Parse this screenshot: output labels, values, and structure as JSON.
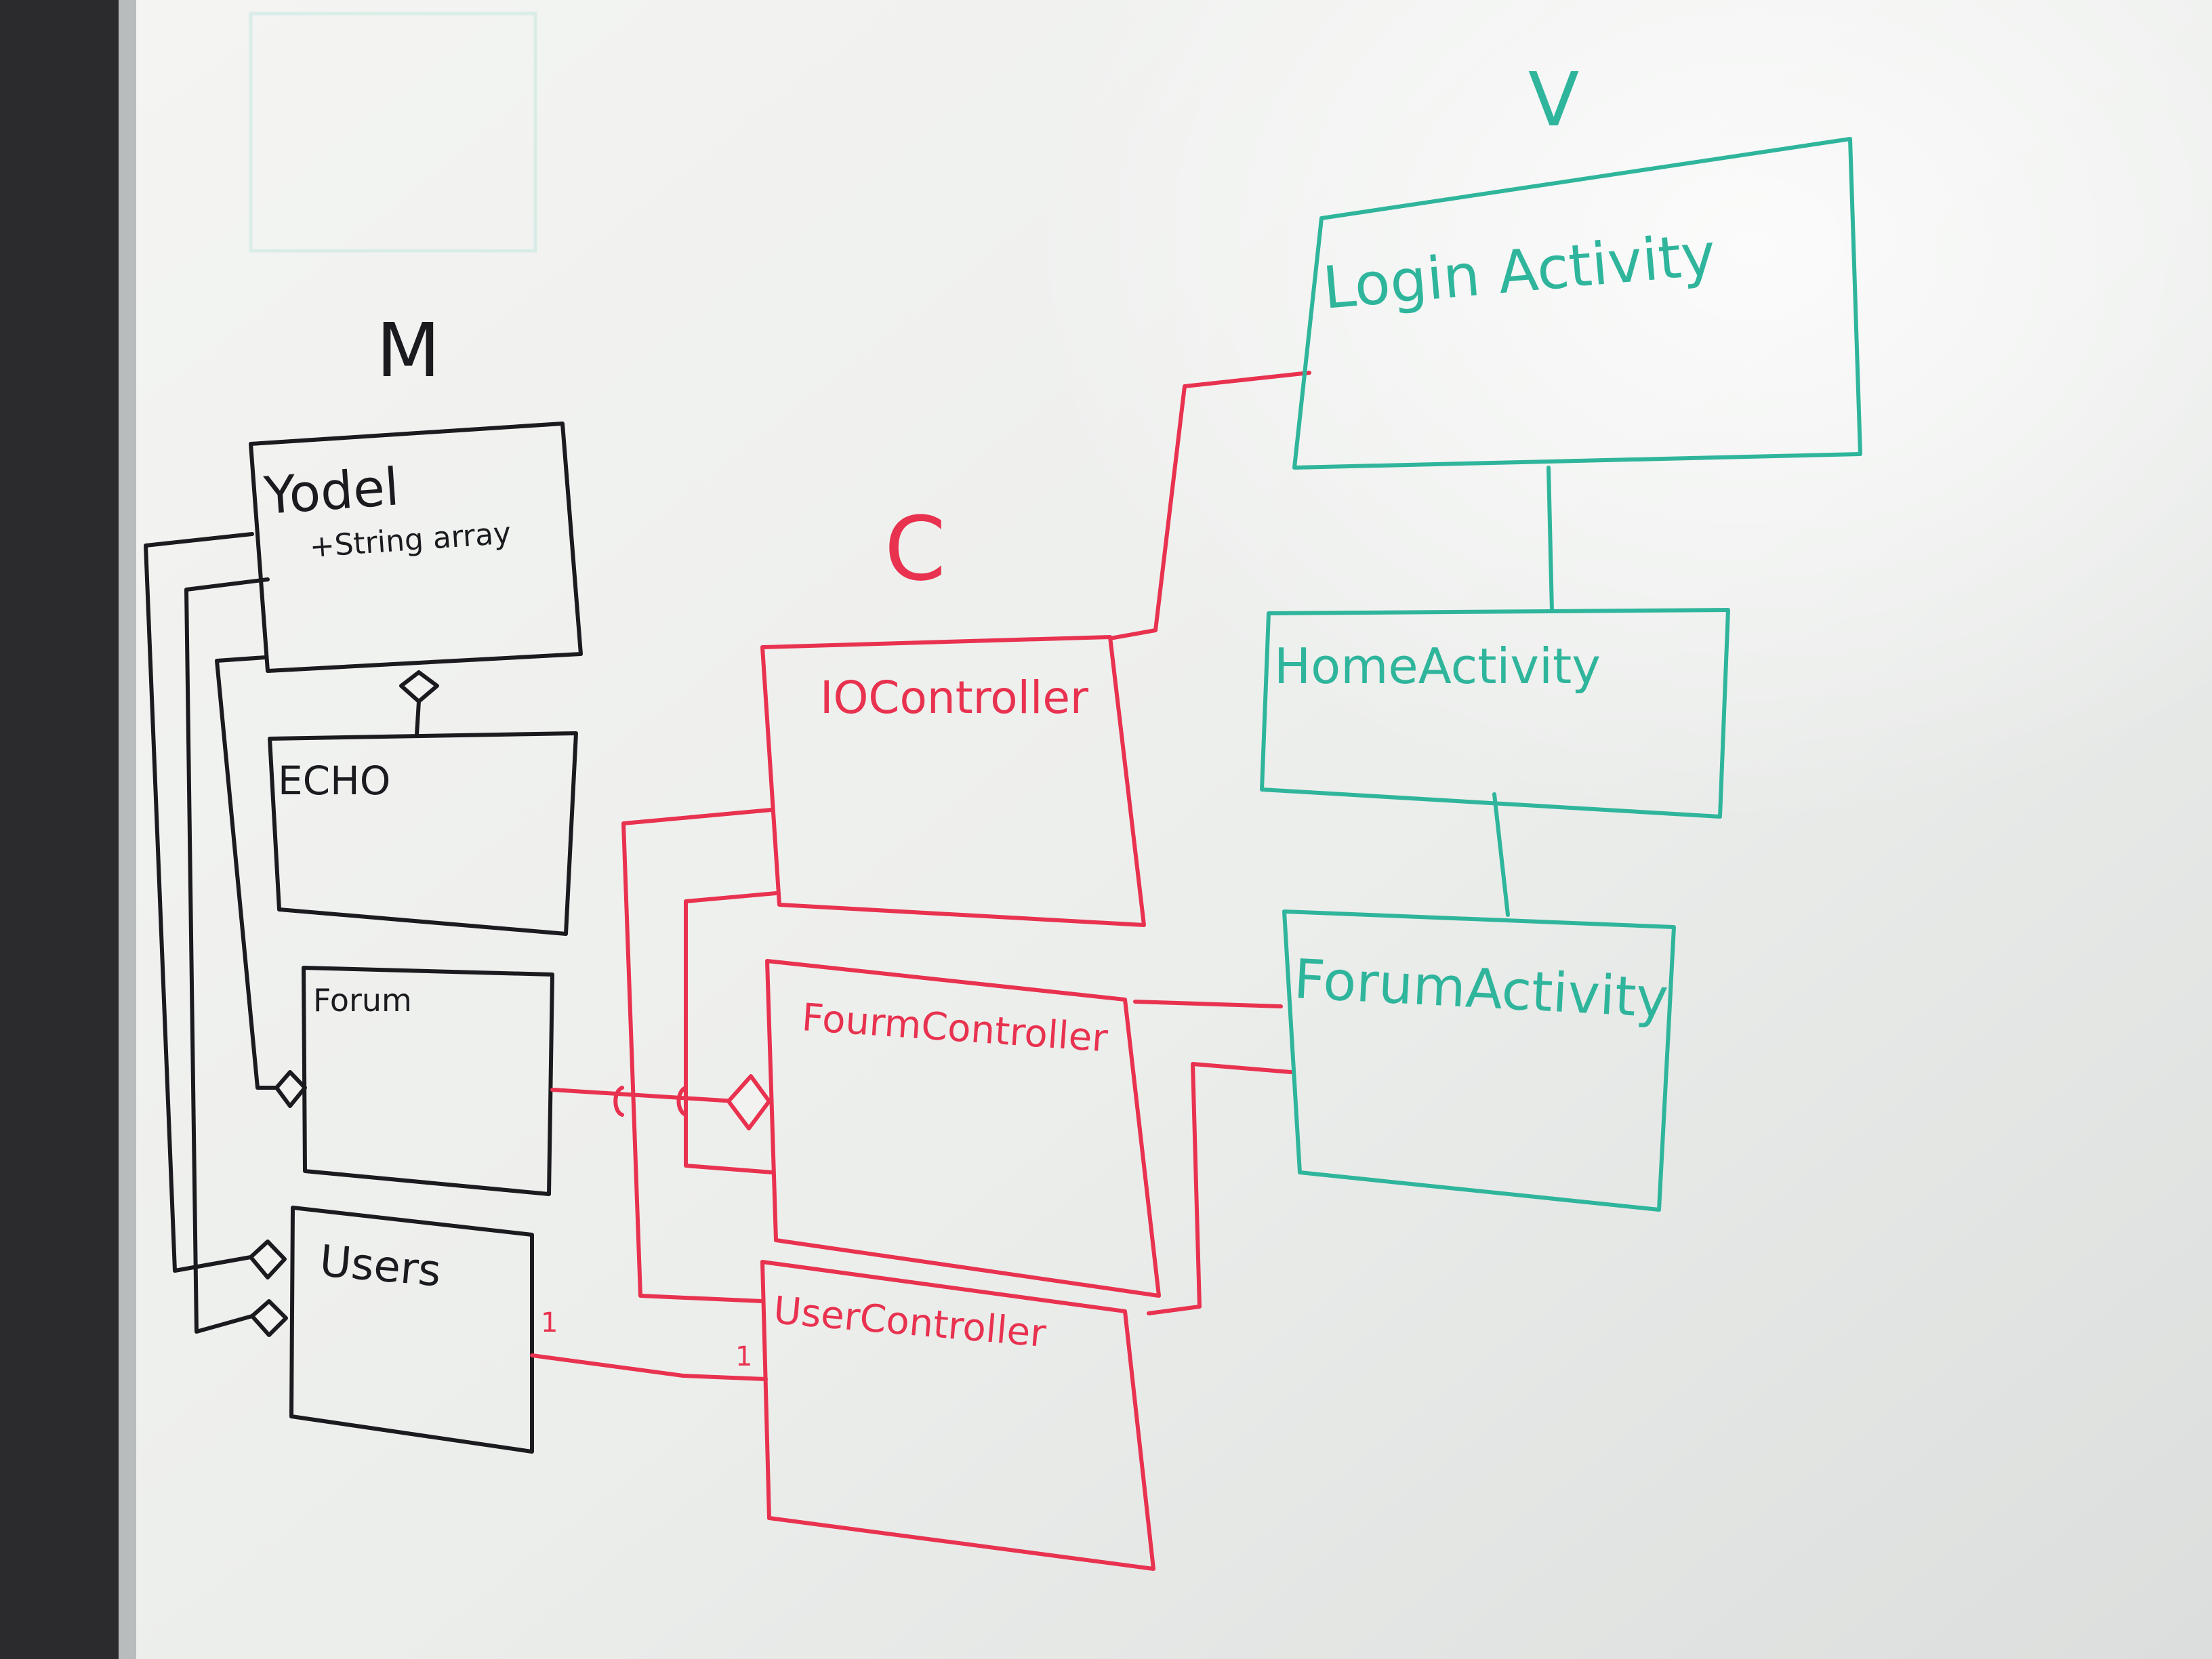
{
  "sections": {
    "model": "M",
    "controller": "C",
    "view": "V"
  },
  "model_classes": {
    "yodel": {
      "name": "Yodel",
      "attribute": "+String array"
    },
    "echo": {
      "name": "ECHO"
    },
    "forum": {
      "name": "Forum"
    },
    "users": {
      "name": "Users"
    }
  },
  "controllers": {
    "io": {
      "name": "IOController"
    },
    "forum": {
      "name": "FourmController"
    },
    "user": {
      "name": "UserController"
    }
  },
  "activities": {
    "login": {
      "name": "Login Activity"
    },
    "home": {
      "name": "HomeActivity"
    },
    "forum": {
      "name": "ForumActivity"
    }
  },
  "multiplicities": {
    "users_side": "1",
    "controller_side": "1"
  },
  "colors": {
    "model_marker": "#1b1b1f",
    "controller_marker": "#e8324f",
    "view_marker": "#2fb59c",
    "board": "#eceeec"
  }
}
